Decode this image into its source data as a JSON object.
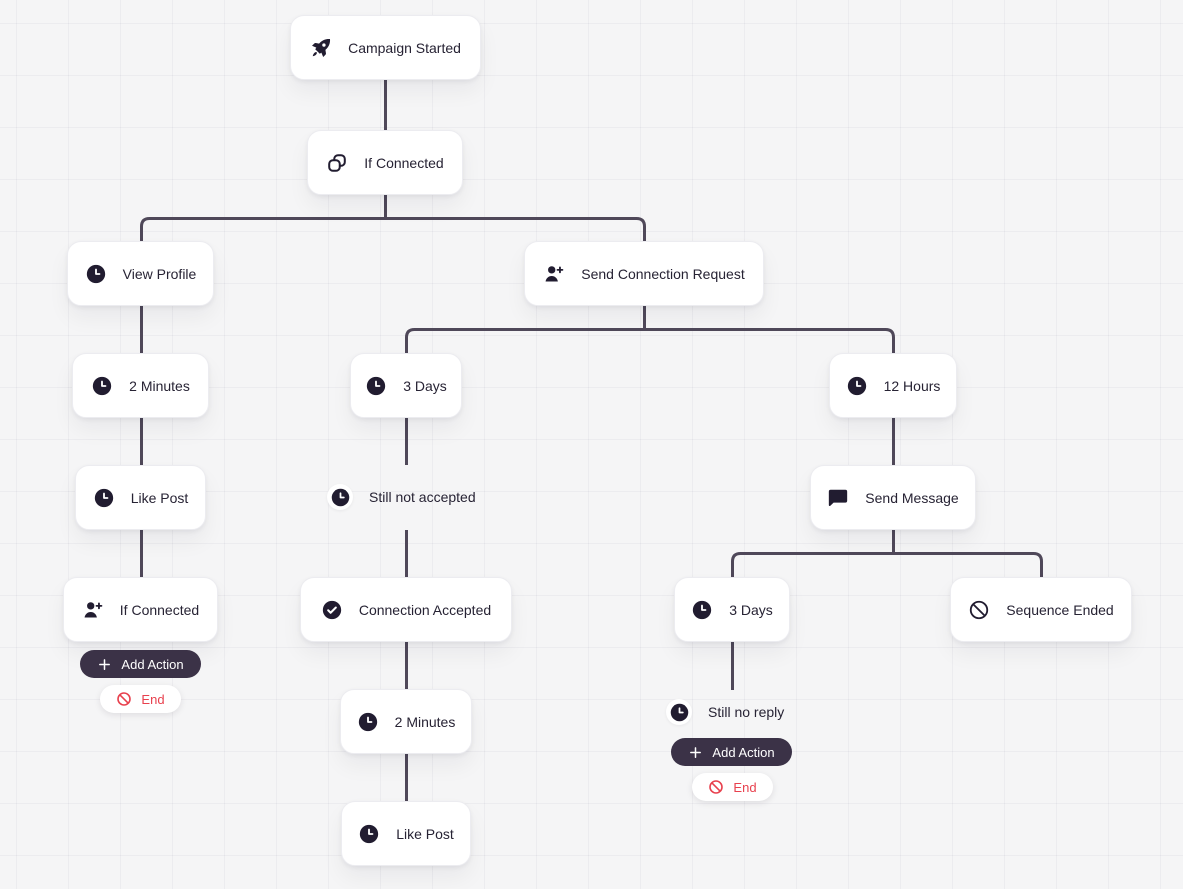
{
  "colors": {
    "background": "#f5f5f6",
    "connector_line": "#4f4859",
    "card_background": "#ffffff",
    "card_text": "#272334",
    "icon_color": "#211c30",
    "add_action_background": "#3b3247",
    "add_action_text": "#ffffff",
    "end_accent": "#e8414e"
  },
  "nodes": {
    "campaign_started": {
      "label": "Campaign Started",
      "icon": "rocket-icon"
    },
    "if_connected_top": {
      "label": "If Connected",
      "icon": "link-icon"
    },
    "view_profile": {
      "label": "View Profile",
      "icon": "clock-icon"
    },
    "send_connection_request": {
      "label": "Send Connection Request",
      "icon": "user-plus-icon"
    },
    "wait_2_minutes_left": {
      "label": "2 Minutes",
      "icon": "clock-icon"
    },
    "wait_3_days_middle": {
      "label": "3 Days",
      "icon": "clock-icon"
    },
    "wait_12_hours": {
      "label": "12 Hours",
      "icon": "clock-icon"
    },
    "like_post_left": {
      "label": "Like Post",
      "icon": "clock-icon"
    },
    "still_not_accepted": {
      "label": "Still not accepted",
      "icon": "clock-icon"
    },
    "send_message": {
      "label": "Send Message",
      "icon": "message-icon"
    },
    "if_connected_left": {
      "label": "If Connected",
      "icon": "user-plus-icon"
    },
    "connection_accepted": {
      "label": "Connection Accepted",
      "icon": "check-circle-icon"
    },
    "wait_3_days_right": {
      "label": "3 Days",
      "icon": "clock-icon"
    },
    "sequence_ended": {
      "label": "Sequence Ended",
      "icon": "ban-icon"
    },
    "wait_2_minutes_middle": {
      "label": "2 Minutes",
      "icon": "clock-icon"
    },
    "still_no_reply": {
      "label": "Still no reply",
      "icon": "clock-icon"
    },
    "like_post_middle": {
      "label": "Like Post",
      "icon": "clock-icon"
    }
  },
  "buttons": {
    "add_action": {
      "label": "Add Action",
      "icon": "plus-icon"
    },
    "end": {
      "label": "End",
      "icon": "ban-icon"
    }
  }
}
